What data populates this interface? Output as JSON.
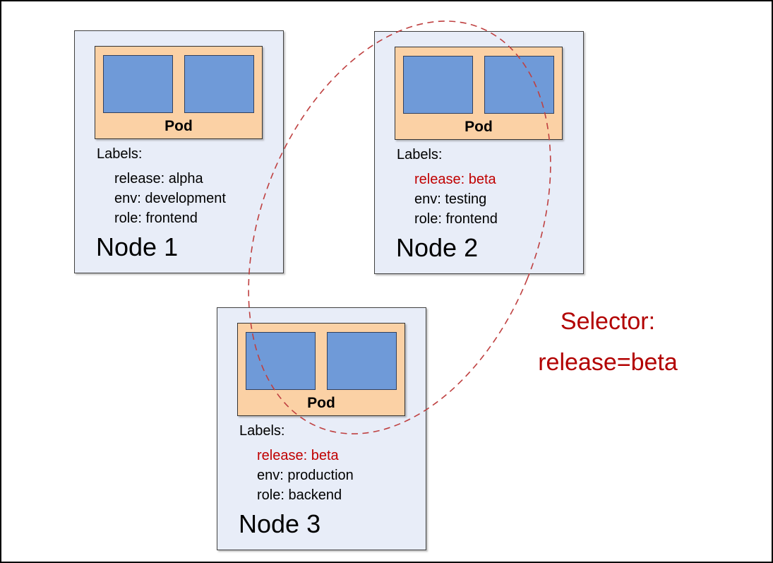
{
  "diagram": {
    "selector": {
      "line1": "Selector:",
      "line2": "release=beta"
    },
    "nodes": [
      {
        "title": "Node 1",
        "pod_label": "Pod",
        "labels_heading": "Labels:",
        "labels": [
          {
            "text": "release: alpha",
            "highlight": false
          },
          {
            "text": "env: development",
            "highlight": false
          },
          {
            "text": "role: frontend",
            "highlight": false
          }
        ]
      },
      {
        "title": "Node 2",
        "pod_label": "Pod",
        "labels_heading": "Labels:",
        "labels": [
          {
            "text": "release: beta",
            "highlight": true
          },
          {
            "text": "env: testing",
            "highlight": false
          },
          {
            "text": "role: frontend",
            "highlight": false
          }
        ]
      },
      {
        "title": "Node 3",
        "pod_label": "Pod",
        "labels_heading": "Labels:",
        "labels": [
          {
            "text": "release: beta",
            "highlight": true
          },
          {
            "text": "env: production",
            "highlight": false
          },
          {
            "text": "role: backend",
            "highlight": false
          }
        ]
      }
    ],
    "colors": {
      "node_fill": "#e8edf8",
      "node_border": "#404040",
      "pod_fill": "#fbd1a5",
      "pod_border": "#333333",
      "container_fill": "#6f9ad8",
      "container_border": "#31405e",
      "highlight_red": "#c00000",
      "selector_red": "#b20000",
      "ellipse_red": "#bf4040"
    }
  }
}
